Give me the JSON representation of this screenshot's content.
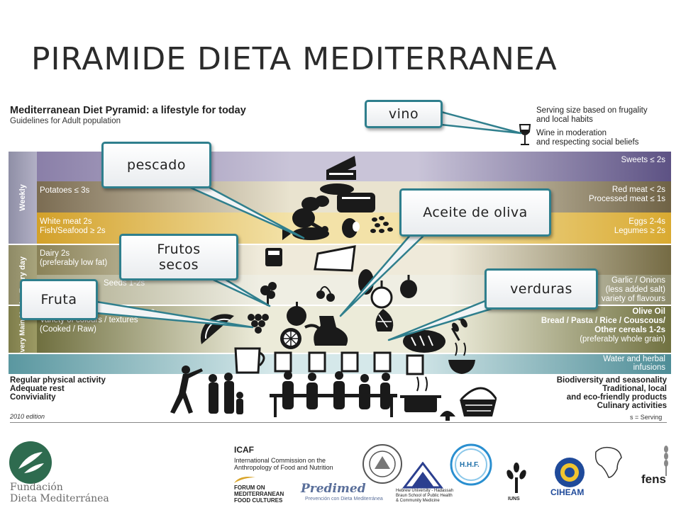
{
  "slide": {
    "title": "PIRAMIDE DIETA MEDITERRANEA"
  },
  "poster": {
    "title": "Mediterranean Diet Pyramid: a lifestyle for today",
    "subtitle": "Guidelines for Adult population",
    "serving_note_1": "Serving size based on frugality",
    "serving_note_2": "and local habits",
    "wine_note_1": "Wine in moderation",
    "wine_note_2": "and respecting social beliefs",
    "sidebar": {
      "weekly": "Weekly",
      "every_day": "Every day",
      "every_main_meal": "Every Main Meal"
    },
    "bands": {
      "sweets": "Sweets ≤ 2s",
      "potatoes": "Potatoes ≤ 3s",
      "red_meat": "Red meat < 2s",
      "processed_meat": "Processed meat ≤ 1s",
      "white_meat": "White meat 2s",
      "fish": "Fish/Seafood ≥ 2s",
      "eggs": "Eggs 2-4s",
      "legumes": "Legumes ≥ 2s",
      "dairy_1": "Dairy 2s",
      "dairy_2": "(preferably low fat)",
      "seeds": "Seeds 1-2s",
      "garlic_1": "Garlic / Onions",
      "garlic_2": "(less added salt)",
      "garlic_3": "variety of flavours",
      "veg_1": "2s",
      "veg_2": "Variety of colours / textures",
      "veg_3": "(Cooked / Raw)",
      "olive_oil": "Olive Oil",
      "bread_1": "Bread / Pasta / Rice / Couscous/",
      "bread_2": "Other cereals 1-2s",
      "bread_3": "(preferably whole grain)",
      "water_1": "Water and herbal",
      "water_2": "infusions"
    },
    "lifestyle_left": [
      "Regular physical activity",
      "Adequate rest",
      "Conviviality"
    ],
    "lifestyle_right": [
      "Biodiversity and seasonality",
      "Traditional, local",
      "and eco-friendly products",
      "Culinary activities"
    ],
    "edition": "2010 edition",
    "serving_legend": "s = Serving"
  },
  "callouts": {
    "vino": "vino",
    "pescado": "pescado",
    "aceite": "Aceite de oliva",
    "frutos_1": "Frutos",
    "frutos_2": "secos",
    "verduras": "verduras",
    "fruta": "Fruta"
  },
  "logos": {
    "fundacion_1": "Fundación",
    "fundacion_2": "Dieta Mediterránea",
    "icaf": "ICAF",
    "icaf_1": "International Commission on the",
    "icaf_2": "Anthropology of Food and Nutrition",
    "forum_1": "FORUM ON",
    "forum_2": "MEDITERRANEAN",
    "forum_3": "FOOD CULTURES",
    "predimed": "Predimed",
    "predimed_sub": "Prevención con Dieta Mediterránea",
    "hebrew_1": "Hebrew University - Hadassah",
    "hebrew_2": "Braun School of Public Health",
    "hebrew_3": "& Community Medicine",
    "hhf": "H.H.F.",
    "iuns": "IUNS",
    "ciheam": "CIHEAM",
    "fens": "fens"
  },
  "colors": {
    "callout_border": "#2f7f8d",
    "band_sweets": "#6c5f8e",
    "band_weekly_meat": "#8b7f62",
    "band_white_meat": "#d7a733",
    "band_dairy": "#7a6f49",
    "band_herbs": "#8c8a6a",
    "band_main_meal": "#6b6c3e",
    "band_water": "#5f9da6"
  }
}
